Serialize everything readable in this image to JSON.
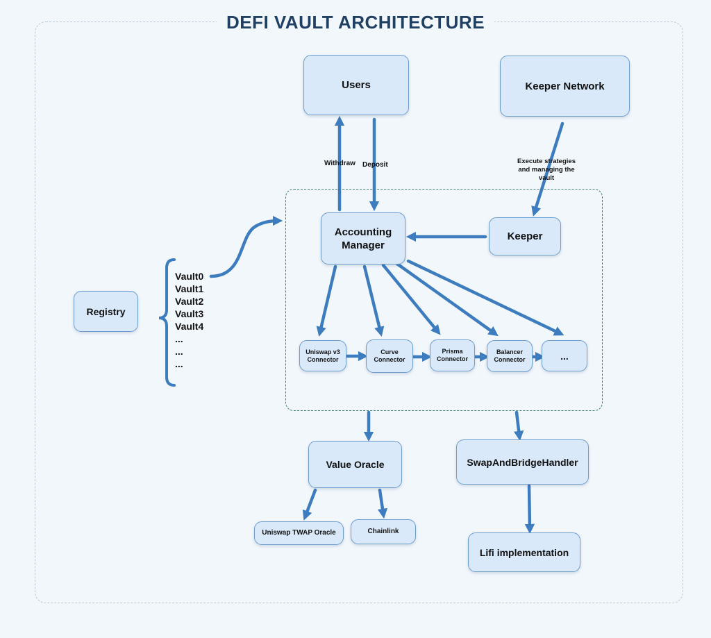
{
  "title": "DEFI VAULT ARCHITECTURE",
  "nodes": {
    "users": "Users",
    "keeper_network": "Keeper Network",
    "accounting_manager": "Accounting Manager",
    "keeper": "Keeper",
    "registry": "Registry",
    "uniswap_v3_connector": "Uniswap v3 Connector",
    "curve_connector": "Curve Connector",
    "prisma_connector": "Prisma Connector",
    "balancer_connector": "Balancer Connector",
    "more_connectors": "...",
    "value_oracle": "Value Oracle",
    "swap_and_bridge_handler": "SwapAndBridgeHandler",
    "uniswap_twap_oracle": "Uniswap TWAP Oracle",
    "chainlink": "Chainlink",
    "lifi_implementation": "Lifi implementation"
  },
  "edge_labels": {
    "withdraw": "Withdraw",
    "deposit": "Deposit",
    "keeper_network_to_keeper": "Execute strategies and managing the vault"
  },
  "registry_vaults": [
    "Vault0",
    "Vault1",
    "Vault2",
    "Vault3",
    "Vault4",
    "...",
    "...",
    "..."
  ],
  "colors": {
    "background": "#f2f7fc",
    "box_fill": "#d9e9fa",
    "box_border": "#6d9ccf",
    "arrow": "#3d7dbf",
    "title": "#1f3f63",
    "group_border": "#3f7f78"
  }
}
